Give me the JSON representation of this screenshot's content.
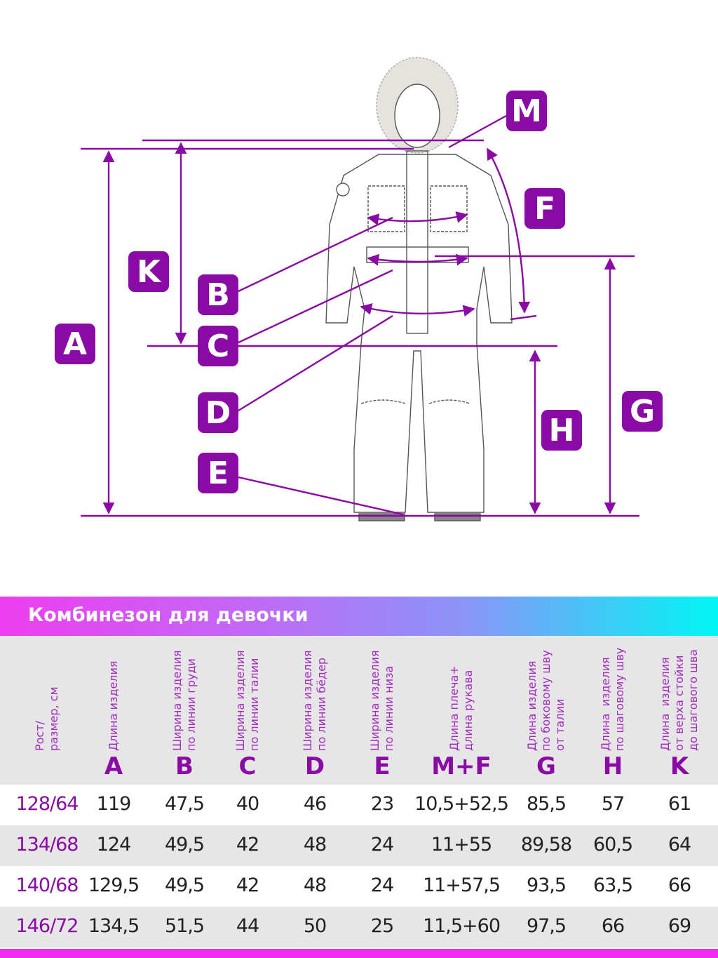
{
  "diagram": {
    "labels": [
      "M",
      "F",
      "K",
      "A",
      "B",
      "C",
      "D",
      "E",
      "H",
      "G"
    ],
    "accent": "#8a0aa6"
  },
  "table": {
    "title": "Комбинезон для девочки",
    "columns": [
      {
        "label": "Рост/\nразмер, см",
        "letter": ""
      },
      {
        "label": "Длина изделия",
        "letter": "A"
      },
      {
        "label": "Ширина изделия\nпо линии груди",
        "letter": "B"
      },
      {
        "label": "Ширина изделия\nпо линии талии",
        "letter": "C"
      },
      {
        "label": "Ширина изделия\nпо линии бёдер",
        "letter": "D"
      },
      {
        "label": "Ширина изделия\nпо линии низа",
        "letter": "E"
      },
      {
        "label": "Длина плеча+\nдлина рукава",
        "letter": "M+F"
      },
      {
        "label": "Длина изделия\nпо боковому шву\nот талии",
        "letter": "G"
      },
      {
        "label": "Длина  изделия\nпо шаговому шву",
        "letter": "H"
      },
      {
        "label": "Длина  изделия\nот верха стойки\nдо шагового шва",
        "letter": "K"
      }
    ],
    "rows": [
      [
        "128/64",
        "119",
        "47,5",
        "40",
        "46",
        "23",
        "10,5+52,5",
        "85,5",
        "57",
        "61"
      ],
      [
        "134/68",
        "124",
        "49,5",
        "42",
        "48",
        "24",
        "11+55",
        "89,58",
        "60,5",
        "64"
      ],
      [
        "140/68",
        "129,5",
        "49,5",
        "42",
        "48",
        "24",
        "11+57,5",
        "93,5",
        "63,5",
        "66"
      ],
      [
        "146/72",
        "134,5",
        "51,5",
        "44",
        "50",
        "25",
        "11,5+60",
        "97,5",
        "66",
        "69"
      ]
    ]
  }
}
